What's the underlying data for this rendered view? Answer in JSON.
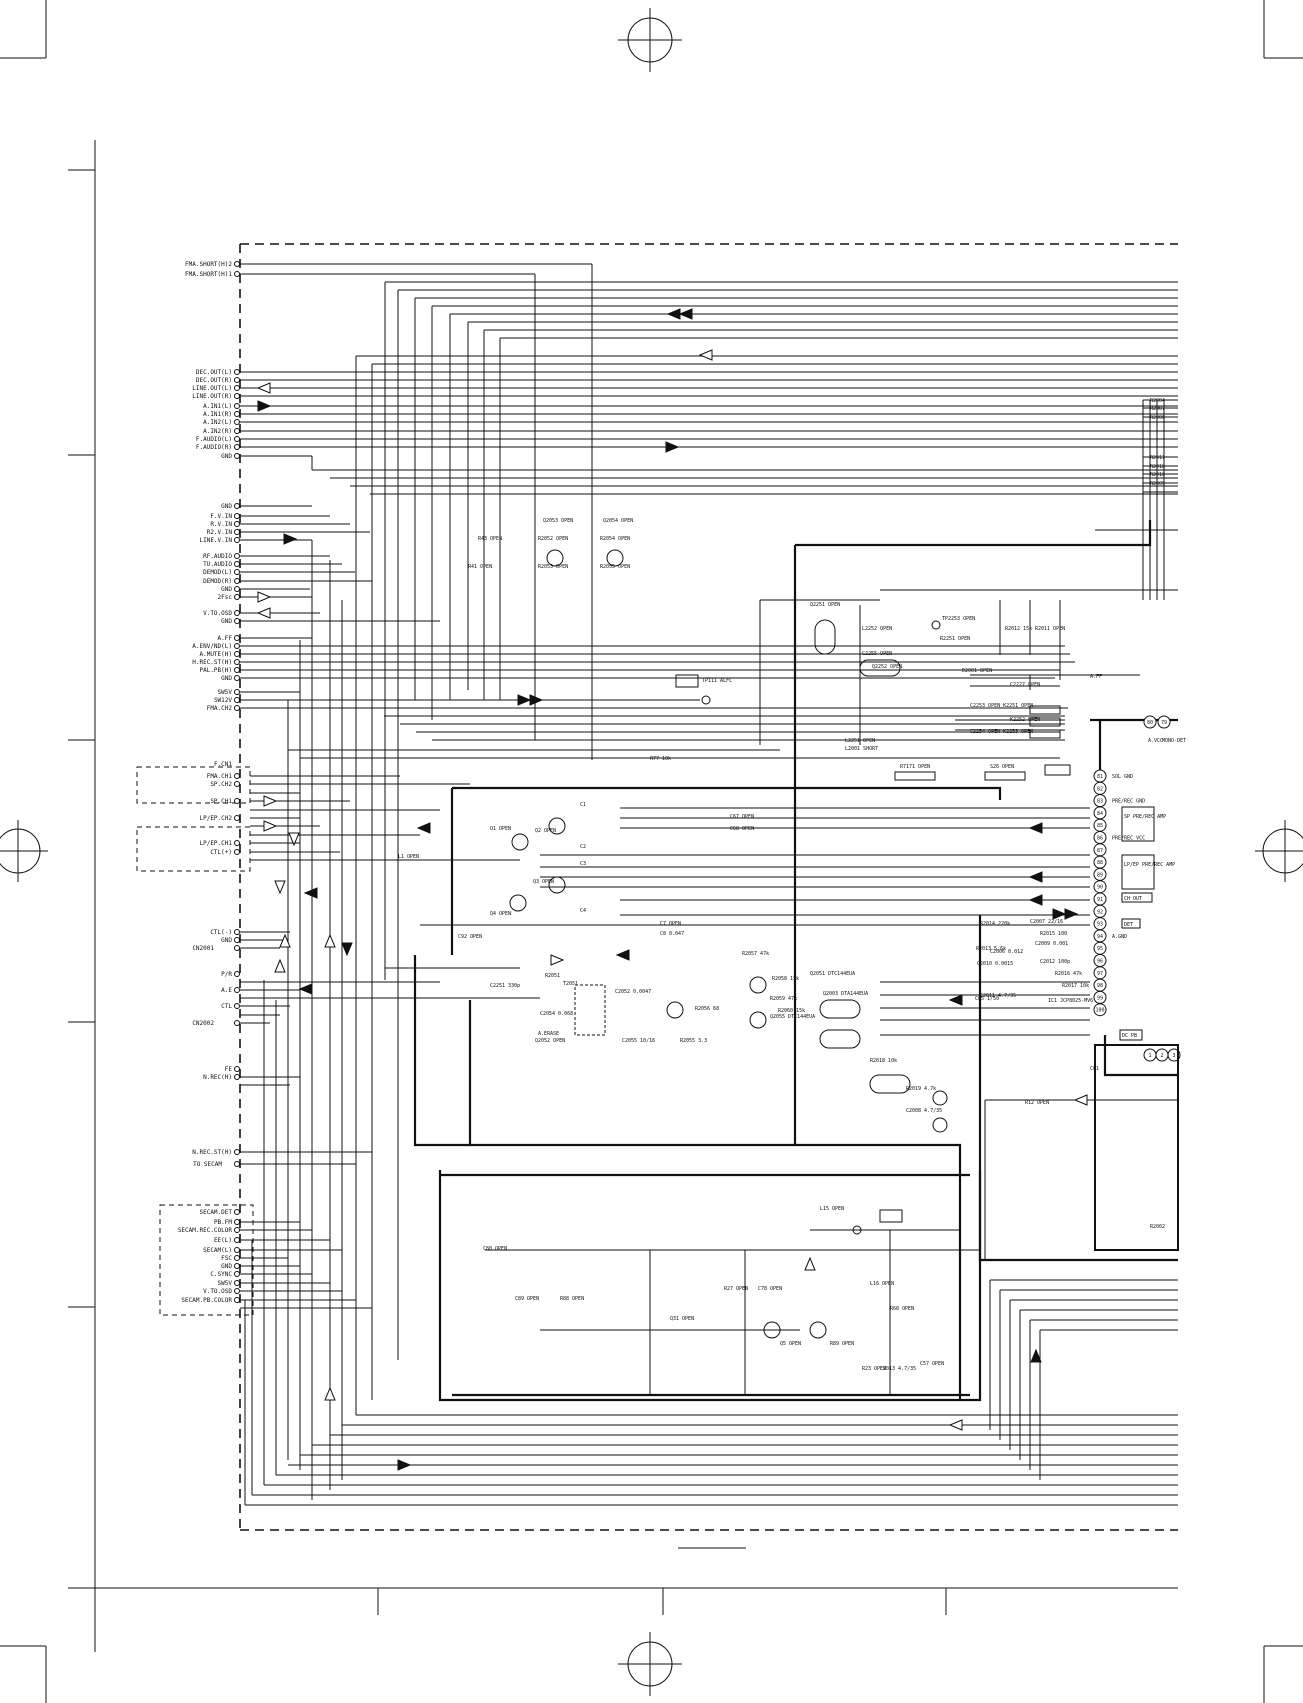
{
  "left_labels": [
    {
      "id": "fma-short-h2",
      "text": "FMA.SHORT(H)2"
    },
    {
      "id": "fma-short-h1",
      "text": "FMA.SHORT(H)1"
    },
    {
      "id": "dec-out-l",
      "text": "DEC.OUT(L)"
    },
    {
      "id": "dec-out-r",
      "text": "DEC.OUT(R)"
    },
    {
      "id": "line-out-l",
      "text": "LINE.OUT(L)"
    },
    {
      "id": "line-out-r",
      "text": "LINE.OUT(R)"
    },
    {
      "id": "a-in1-l",
      "text": "A.IN1(L)"
    },
    {
      "id": "a-in1-r",
      "text": "A.IN1(R)"
    },
    {
      "id": "a-in2-l",
      "text": "A.IN2(L)"
    },
    {
      "id": "a-in2-r",
      "text": "A.IN2(R)"
    },
    {
      "id": "f-audio-l",
      "text": "F.AUDIO(L)"
    },
    {
      "id": "f-audio-r",
      "text": "F.AUDIO(R)"
    },
    {
      "id": "gnd-1",
      "text": "GND"
    },
    {
      "id": "gnd-2",
      "text": "GND"
    },
    {
      "id": "f-v-in",
      "text": "F.V.IN"
    },
    {
      "id": "r-v-in",
      "text": "R.V.IN"
    },
    {
      "id": "r2-v-in",
      "text": "R2.V.IN"
    },
    {
      "id": "line-v-in",
      "text": "LINE.V.IN"
    },
    {
      "id": "rf-audio",
      "text": "RF.AUDIO"
    },
    {
      "id": "tu-audio",
      "text": "TU.AUDIO"
    },
    {
      "id": "demod-l",
      "text": "DEMOD(L)"
    },
    {
      "id": "demod-r",
      "text": "DEMOD(R)"
    },
    {
      "id": "gnd-3",
      "text": "GND"
    },
    {
      "id": "2fsc",
      "text": "2Fsc"
    },
    {
      "id": "v-to-osd",
      "text": "V.TO.OSD"
    },
    {
      "id": "gnd-4",
      "text": "GND"
    },
    {
      "id": "a-ff",
      "text": "A.FF"
    },
    {
      "id": "a-env-nd-l",
      "text": "A.ENV/ND(L)"
    },
    {
      "id": "a-mute-h",
      "text": "A.MUTE(H)"
    },
    {
      "id": "h-rec-st-h",
      "text": "H.REC.ST(H)"
    },
    {
      "id": "pal-pb-h",
      "text": "PAL.PB(H)"
    },
    {
      "id": "gnd-5",
      "text": "GND"
    },
    {
      "id": "sw5v",
      "text": "SW5V"
    },
    {
      "id": "sw12v",
      "text": "SW12V"
    },
    {
      "id": "fma-ch2",
      "text": "FMA.CH2"
    },
    {
      "id": "fma-ch1",
      "text": "FMA.CH1"
    },
    {
      "id": "sp-ch2",
      "text": "SP.CH2"
    },
    {
      "id": "sp-ch1",
      "text": "SP.CH1"
    },
    {
      "id": "lp-ep-ch2",
      "text": "LP/EP.CH2"
    },
    {
      "id": "lp-ep-ch1",
      "text": "LP/EP.CH1"
    },
    {
      "id": "ctl-plus",
      "text": "CTL(+)"
    },
    {
      "id": "ctl-minus",
      "text": "CTL(-)"
    },
    {
      "id": "gnd-6",
      "text": "GND"
    },
    {
      "id": "cn2001",
      "text": "CN2001"
    },
    {
      "id": "p-r",
      "text": "P/R"
    },
    {
      "id": "a-e",
      "text": "A.E"
    },
    {
      "id": "ctl",
      "text": "CTL"
    },
    {
      "id": "cn2002",
      "text": "CN2002"
    },
    {
      "id": "fe",
      "text": "FE"
    },
    {
      "id": "n-rec-h",
      "text": "N.REC(H)"
    },
    {
      "id": "n-rec-st-h",
      "text": "N.REC.ST(H)"
    },
    {
      "id": "to-secam",
      "text": "TO SECAM"
    },
    {
      "id": "secam-det",
      "text": "SECAM.DET"
    },
    {
      "id": "pb-fm",
      "text": "PB.FM"
    },
    {
      "id": "secam-rec-color",
      "text": "SECAM.REC.COLOR"
    },
    {
      "id": "ee-l",
      "text": "EE(L)"
    },
    {
      "id": "secam-l",
      "text": "SECAM(L)"
    },
    {
      "id": "fsc",
      "text": "FSC"
    },
    {
      "id": "gnd-7",
      "text": "GND"
    },
    {
      "id": "c-sync",
      "text": "C.SYNC"
    },
    {
      "id": "sw5v-2",
      "text": "SW5V"
    },
    {
      "id": "v-to-osd-2",
      "text": "V.TO.OSD"
    },
    {
      "id": "secam-pb-color",
      "text": "SECAM.PB.COLOR"
    }
  ],
  "cn_labels": [
    {
      "id": "f-cn1",
      "text": "F.CN1"
    }
  ],
  "component_labels": [
    {
      "id": "q2053",
      "text": "Q2053 OPEN"
    },
    {
      "id": "q2054",
      "text": "Q2054 OPEN"
    },
    {
      "id": "r2052",
      "text": "R2052 OPEN"
    },
    {
      "id": "r2053",
      "text": "R2053 OPEN"
    },
    {
      "id": "r2054",
      "text": "R2054 OPEN"
    },
    {
      "id": "r2055",
      "text": "R2055 OPEN"
    },
    {
      "id": "r41",
      "text": "R41 OPEN"
    },
    {
      "id": "r43",
      "text": "R43 OPEN"
    },
    {
      "id": "tp111",
      "text": "TP111 ALFC"
    },
    {
      "id": "r77",
      "text": "R77 10k"
    },
    {
      "id": "q2251",
      "text": "Q2251 OPEN"
    },
    {
      "id": "l2252",
      "text": "L2252 OPEN"
    },
    {
      "id": "c2255",
      "text": "C2255 OPEN"
    },
    {
      "id": "q2252",
      "text": "Q2252 OPEN"
    },
    {
      "id": "tp2253",
      "text": "TP2253 OPEN"
    },
    {
      "id": "r2251",
      "text": "R2251 OPEN"
    },
    {
      "id": "r2012",
      "text": "R2012 15k"
    },
    {
      "id": "r2011",
      "text": "R2011 OPEN"
    },
    {
      "id": "d2001",
      "text": "D2001 OPEN"
    },
    {
      "id": "c2227",
      "text": "C2227 OPEN"
    },
    {
      "id": "a-ff-right",
      "text": "A.FF"
    },
    {
      "id": "c2253",
      "text": "C2253 OPEN K2251 OPEN"
    },
    {
      "id": "k2252",
      "text": "K2252 OPEN"
    },
    {
      "id": "c2254",
      "text": "C2254 OPEN K2253 OPEN"
    },
    {
      "id": "l2251",
      "text": "L2251 OPEN"
    },
    {
      "id": "l2001",
      "text": "L2001 SHORT"
    },
    {
      "id": "r7171",
      "text": "R7171 OPEN"
    },
    {
      "id": "s26",
      "text": "S26 OPEN"
    },
    {
      "id": "c1",
      "text": "C1"
    },
    {
      "id": "c2",
      "text": "C2"
    },
    {
      "id": "c3",
      "text": "C3"
    },
    {
      "id": "c4",
      "text": "C4"
    },
    {
      "id": "c67",
      "text": "C67 OPEN"
    },
    {
      "id": "c68",
      "text": "C68 OPEN"
    },
    {
      "id": "q1",
      "text": "Q1 OPEN"
    },
    {
      "id": "q2",
      "text": "Q2 OPEN"
    },
    {
      "id": "q3",
      "text": "Q3 OPEN"
    },
    {
      "id": "q4",
      "text": "Q4 OPEN"
    },
    {
      "id": "l1",
      "text": "L1 OPEN"
    },
    {
      "id": "c92",
      "text": "C92 OPEN"
    },
    {
      "id": "c7",
      "text": "C7 OPEN"
    },
    {
      "id": "c8",
      "text": "C8 0.047"
    },
    {
      "id": "c2251",
      "text": "C2251 330p"
    },
    {
      "id": "r2051",
      "text": "R2051"
    },
    {
      "id": "t2051",
      "text": "T2051"
    },
    {
      "id": "c2052",
      "text": "C2052 0.0047"
    },
    {
      "id": "r2056",
      "text": "R2056 68"
    },
    {
      "id": "a-erase",
      "text": "A.ERASE"
    },
    {
      "id": "q2052",
      "text": "Q2052 OPEN"
    },
    {
      "id": "c2055",
      "text": "C2055 10/16"
    },
    {
      "id": "c2054",
      "text": "C2054 0.068"
    },
    {
      "id": "r2055b",
      "text": "R2055 3.3"
    },
    {
      "id": "r2057",
      "text": "R2057 47k"
    },
    {
      "id": "r2058",
      "text": "R2058 15k"
    },
    {
      "id": "q2051",
      "text": "Q2051 DTC144EUA"
    },
    {
      "id": "r2059",
      "text": "R2059 47k"
    },
    {
      "id": "r2060",
      "text": "R2060 15k"
    },
    {
      "id": "q2055",
      "text": "Q2055 DTC144EUA"
    },
    {
      "id": "q2003",
      "text": "Q2003 DTA144EUA"
    },
    {
      "id": "r2018",
      "text": "R2018 10k"
    },
    {
      "id": "r2019",
      "text": "R2019 4.7k"
    },
    {
      "id": "c2008",
      "text": "C2008 4.7/35"
    },
    {
      "id": "r2014",
      "text": "R2014 220k"
    },
    {
      "id": "c2007",
      "text": "C2007 22/16"
    },
    {
      "id": "r2013",
      "text": "R2013 5.6k"
    },
    {
      "id": "r2015",
      "text": "R2015 100"
    },
    {
      "id": "c2006",
      "text": "C2006 0.012"
    },
    {
      "id": "c2009",
      "text": "C2009 0.001"
    },
    {
      "id": "c2010",
      "text": "C2010 0.0015"
    },
    {
      "id": "c2012",
      "text": "C2012 100p"
    },
    {
      "id": "r2016",
      "text": "R2016 47k"
    },
    {
      "id": "c2011",
      "text": "C2011 4.7/35"
    },
    {
      "id": "r2017",
      "text": "R2017 10k"
    },
    {
      "id": "c65",
      "text": "C65 1/50"
    },
    {
      "id": "ic1",
      "text": "IC1 JCP8025-MV6"
    },
    {
      "id": "c81",
      "text": "C81"
    },
    {
      "id": "r12",
      "text": "R12 OPEN"
    },
    {
      "id": "l15",
      "text": "L15 OPEN"
    },
    {
      "id": "c80",
      "text": "C80 OPEN"
    },
    {
      "id": "c89",
      "text": "C89 OPEN"
    },
    {
      "id": "r88",
      "text": "R88 OPEN"
    },
    {
      "id": "r27",
      "text": "R27 OPEN"
    },
    {
      "id": "c78",
      "text": "C78 OPEN"
    },
    {
      "id": "q31",
      "text": "Q31 OPEN"
    },
    {
      "id": "q5",
      "text": "Q5 OPEN"
    },
    {
      "id": "r89",
      "text": "R89 OPEN"
    },
    {
      "id": "r23",
      "text": "R23 OPEN"
    },
    {
      "id": "l16",
      "text": "L16 OPEN"
    },
    {
      "id": "r68",
      "text": "R68 OPEN"
    },
    {
      "id": "c57",
      "text": "C57 OPEN"
    },
    {
      "id": "c2013",
      "text": "C2013 4.7/35"
    },
    {
      "id": "r2002",
      "text": "R2002"
    },
    {
      "id": "r2004",
      "text": "R2004"
    },
    {
      "id": "r2007",
      "text": "R2007"
    },
    {
      "id": "r2006",
      "text": "R2006"
    },
    {
      "id": "r2017b",
      "text": "R2017"
    },
    {
      "id": "r2018b",
      "text": "R2018"
    },
    {
      "id": "r2016b",
      "text": "R2016"
    },
    {
      "id": "r2005",
      "text": "R2005"
    }
  ],
  "ic_pins": {
    "top": [
      {
        "id": "p80",
        "text": "80"
      },
      {
        "id": "p79",
        "text": "79"
      }
    ],
    "top_text": [
      {
        "id": "a-vcc",
        "text": "A.VCC"
      },
      {
        "id": "mono-det",
        "text": "MONO-DET"
      }
    ],
    "left": [
      {
        "id": "p81",
        "text": "81",
        "label": "SOL GND"
      },
      {
        "id": "p82",
        "text": "82",
        "label": ""
      },
      {
        "id": "p83",
        "text": "83",
        "label": "PRE/REC GND"
      },
      {
        "id": "p84",
        "text": "84",
        "label": ""
      },
      {
        "id": "p85",
        "text": "85",
        "label": ""
      },
      {
        "id": "p86",
        "text": "86",
        "label": "PRE/REC VCC"
      },
      {
        "id": "p87",
        "text": "87",
        "label": ""
      },
      {
        "id": "p88",
        "text": "88",
        "label": ""
      },
      {
        "id": "p89",
        "text": "89",
        "label": ""
      },
      {
        "id": "p90",
        "text": "90",
        "label": ""
      },
      {
        "id": "p91",
        "text": "91",
        "label": ""
      },
      {
        "id": "p92",
        "text": "92",
        "label": ""
      },
      {
        "id": "p93",
        "text": "93",
        "label": ""
      },
      {
        "id": "p94",
        "text": "94",
        "label": "A.GND"
      },
      {
        "id": "p95",
        "text": "95",
        "label": ""
      },
      {
        "id": "p96",
        "text": "96",
        "label": ""
      },
      {
        "id": "p97",
        "text": "97",
        "label": ""
      },
      {
        "id": "p98",
        "text": "98",
        "label": ""
      },
      {
        "id": "p99",
        "text": "99",
        "label": ""
      },
      {
        "id": "p100",
        "text": "100",
        "label": ""
      }
    ],
    "bottom": [
      {
        "id": "pb1",
        "text": "1"
      },
      {
        "id": "pb2",
        "text": "2"
      },
      {
        "id": "pb3",
        "text": "3"
      }
    ],
    "blocks": [
      {
        "id": "sp-amp",
        "text": "SP PRE/REC AMP"
      },
      {
        "id": "lp-amp",
        "text": "LP/EP PRE/REC AMP"
      },
      {
        "id": "ch-out",
        "text": "CH OUT"
      },
      {
        "id": "dc-pb",
        "text": "DC PB"
      },
      {
        "id": "det",
        "text": "DET"
      }
    ]
  },
  "colors": {
    "ink": "#111111",
    "paper": "#ffffff"
  }
}
